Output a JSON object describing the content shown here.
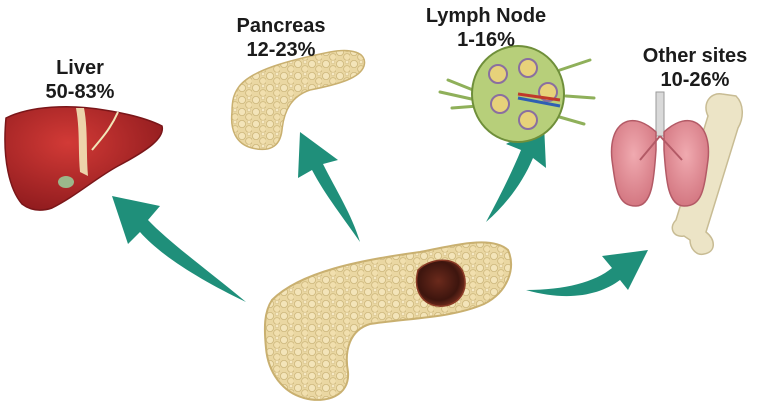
{
  "sites": [
    {
      "name": "Liver",
      "percent": "50-83%"
    },
    {
      "name": "Pancreas",
      "percent": "12-23%"
    },
    {
      "name": "Lymph Node",
      "percent": "1-16%"
    },
    {
      "name": "Other sites",
      "percent": "10-26%"
    }
  ],
  "colors": {
    "arrow": "#1f8f7a",
    "pancreas_tissue": "#e9d6a0",
    "liver": "#b7272a",
    "tumor": "#4a1d14",
    "lung": "#d9858f",
    "bone": "#ebe3c4"
  },
  "icons": {
    "primary": "primary-pancreas-with-tumor-icon",
    "liver": "liver-icon",
    "pancreas": "pancreas-icon",
    "lymph_node": "lymph-node-icon",
    "other": "lungs-and-bone-icon"
  }
}
